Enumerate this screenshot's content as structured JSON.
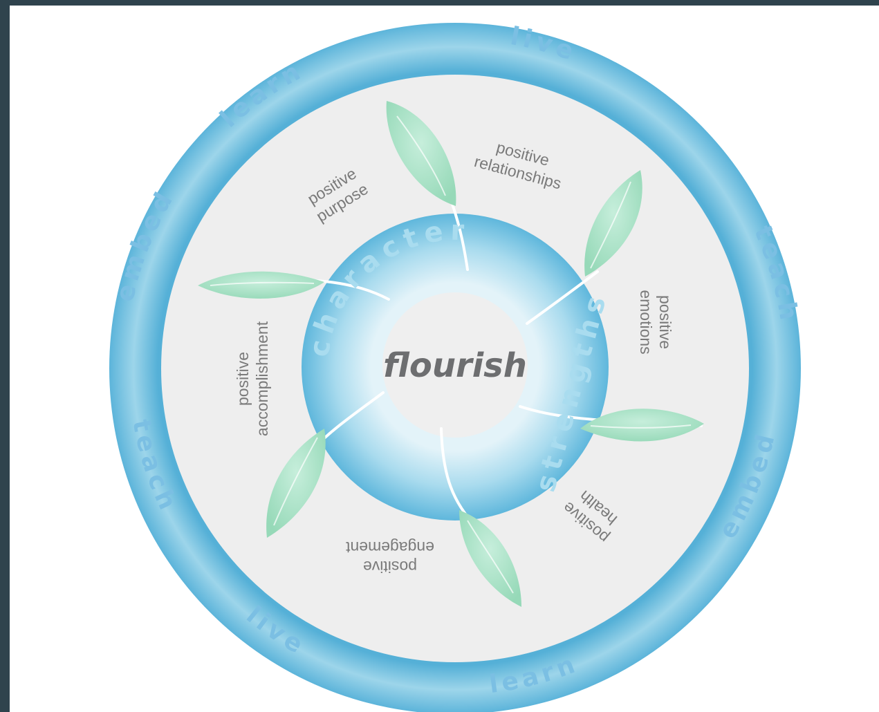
{
  "center": {
    "label": "flourish"
  },
  "inner_ring": {
    "words": [
      "character",
      "strengths"
    ]
  },
  "outer_ring": {
    "words": [
      "learn",
      "live",
      "teach",
      "embed",
      "learn",
      "live",
      "teach",
      "embed"
    ]
  },
  "segments": [
    {
      "line1": "positive",
      "line2": "purpose"
    },
    {
      "line1": "positive",
      "line2": "relationships"
    },
    {
      "line1": "positive",
      "line2": "emotions"
    },
    {
      "line1": "positive",
      "line2": "health"
    },
    {
      "line1": "positive",
      "line2": "engagement"
    },
    {
      "line1": "positive",
      "line2": "accomplishment"
    }
  ],
  "colors": {
    "outer_ring": "#6bbcdd",
    "middle_band": "#eeeeee",
    "inner_ring": "#72c0de",
    "center": "#efefef",
    "leaf": "#a7e1c6",
    "stem": "#ffffff"
  }
}
